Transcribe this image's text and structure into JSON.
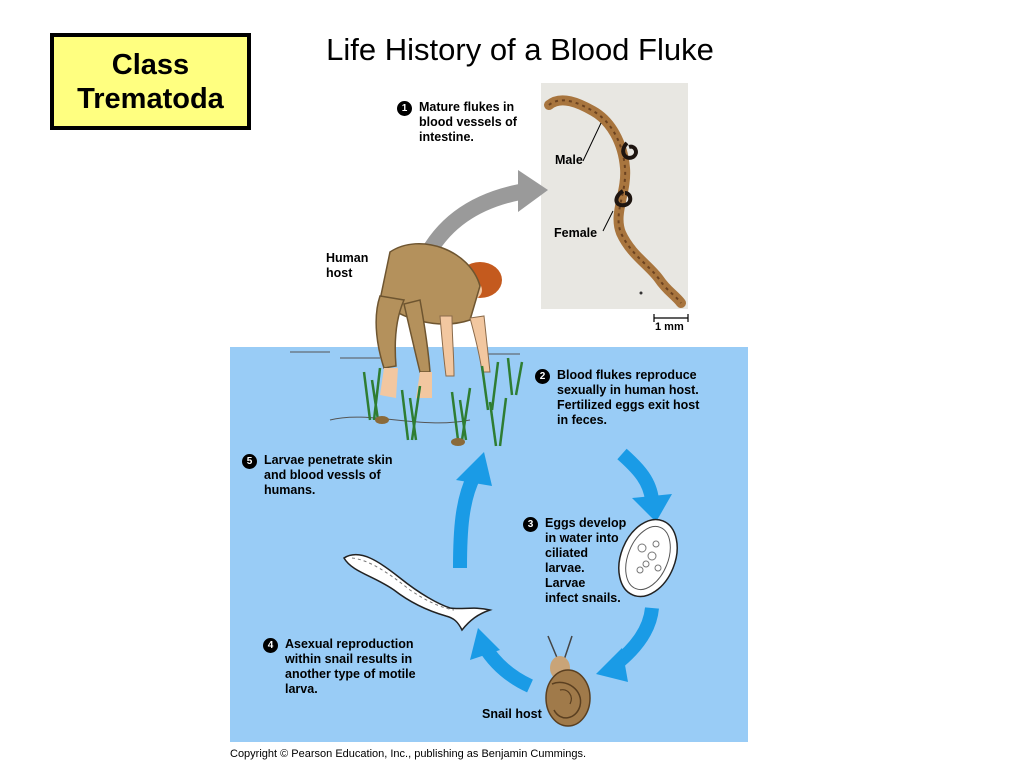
{
  "class_box": {
    "line1": "Class",
    "line2": "Trematoda"
  },
  "slide_title": "Life History of a Blood Fluke",
  "photo": {
    "male_label": "Male",
    "female_label": "Female",
    "scale_label": "1 mm"
  },
  "human_host_label": "Human\nhost",
  "snail_host_label": "Snail host",
  "steps": [
    {
      "num": "1",
      "text": "Mature flukes in\nblood vessels of\nintestine."
    },
    {
      "num": "2",
      "text": "Blood flukes reproduce\nsexually in human host.\nFertilized eggs exit host\nin feces."
    },
    {
      "num": "3",
      "text": "Eggs develop\nin water into\nciliated\nlarvae.\nLarvae\ninfect snails."
    },
    {
      "num": "4",
      "text": "Asexual reproduction\nwithin snail results in\nanother type of motile\nlarva."
    },
    {
      "num": "5",
      "text": "Larvae penetrate skin\nand blood vessls of\nhumans."
    }
  ],
  "copyright": "Copyright © Pearson Education, Inc., publishing as Benjamin Cummings.",
  "colors": {
    "title_box": "#ffff80",
    "water": "#99ccf6",
    "arrow_blue": "#1a9be6",
    "arrow_gray": "#9a9a9a"
  }
}
